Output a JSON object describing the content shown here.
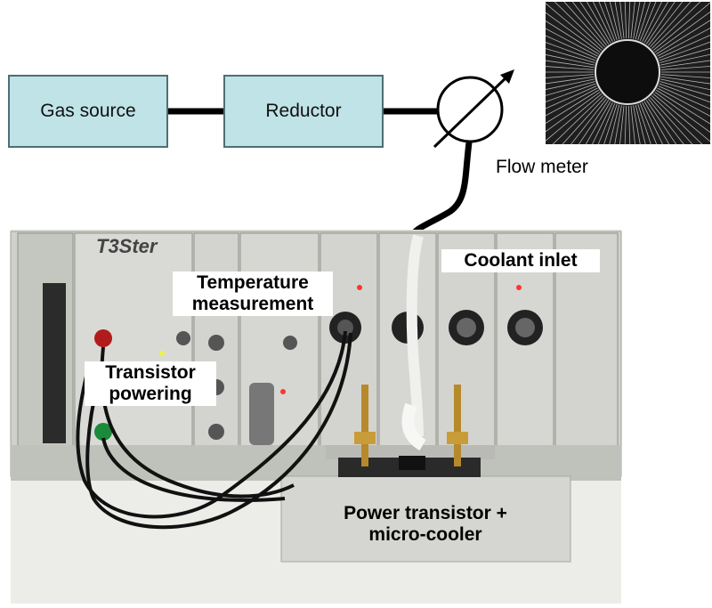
{
  "diagram": {
    "boxes": {
      "gas_source": "Gas source",
      "reductor": "Reductor"
    },
    "flow_meter_label": "Flow meter",
    "photo": {
      "instrument_brand": "T3Ster",
      "callouts": {
        "coolant_inlet": "Coolant inlet",
        "temperature_line1": "Temperature",
        "temperature_line2": "measurement",
        "transistor_line1": "Transistor",
        "transistor_line2": "powering",
        "power_line1": "Power transistor +",
        "power_line2": "micro-cooler"
      }
    },
    "colors": {
      "box_fill": "#bfe3e6",
      "box_border": "#4d6f73",
      "pipe": "#000000"
    }
  }
}
